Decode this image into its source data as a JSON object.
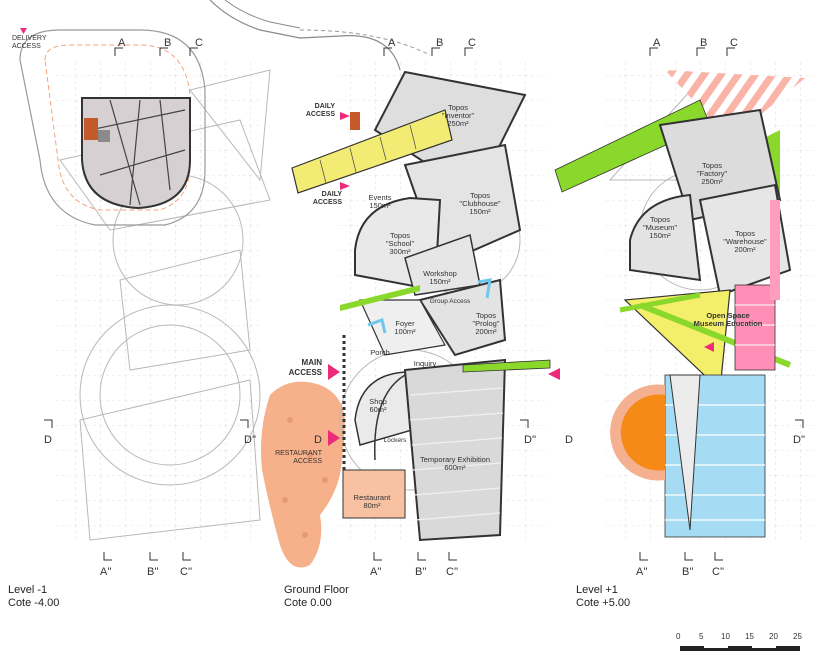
{
  "access_labels": {
    "delivery_1": "DELIVERY",
    "delivery_2": "ACCESS",
    "daily_top_1": "DAILY",
    "daily_top_2": "ACCESS",
    "daily_bottom_1": "DAILY",
    "daily_bottom_2": "ACCESS",
    "main_1": "MAIN",
    "main_2": "ACCESS",
    "restaurant_1": "RESTAURANT",
    "restaurant_2": "ACCESS"
  },
  "axes": {
    "a_top": "A",
    "b_top": "B",
    "c_top": "C",
    "a_bottom": "A''",
    "b_bottom": "B''",
    "c_bottom": "C''",
    "d_left": "D",
    "d_right": "D''",
    "d_mid": "D"
  },
  "rooms": {
    "inventor_1": "Topos",
    "inventor_2": "\"Inventor\"",
    "inventor_3": "250m²",
    "clubhouse_1": "Topos",
    "clubhouse_2": "\"Clubhouse\"",
    "clubhouse_3": "150m²",
    "events_1": "Events",
    "events_2": "150m²",
    "school_1": "Topos",
    "school_2": "\"School\"",
    "school_3": "300m²",
    "workshop_1": "Workshop",
    "workshop_2": "150m²",
    "group_access": "Group Access",
    "foyer_1": "Foyer",
    "foyer_2": "100m²",
    "prolog_1": "Topos",
    "prolog_2": "\"Prolog\"",
    "prolog_3": "200m²",
    "porch": "Porch",
    "inquiry": "Inquiry",
    "shop_1": "Shop",
    "shop_2": "60m²",
    "lockers": "Lockers",
    "temp_exhibition_1": "Temporary Exhibition",
    "temp_exhibition_2": "600m²",
    "restaurant_1": "Restaurant",
    "restaurant_2": "80m²",
    "factory_1": "Topos",
    "factory_2": "\"Factory\"",
    "factory_3": "250m²",
    "museum_1": "Topos",
    "museum_2": "\"Museum\"",
    "museum_3": "150m²",
    "warehouse_1": "Topos",
    "warehouse_2": "\"Warehouse\"",
    "warehouse_3": "200m²",
    "open_space_1": "Open Space",
    "open_space_2": "Museum Education"
  },
  "captions": {
    "level_minus1_title": "Level -1",
    "level_minus1_cote": "Cote -4.00",
    "ground_title": "Ground Floor",
    "ground_cote": "Cote 0.00",
    "level_plus1_title": "Level +1",
    "level_plus1_cote": "Cote +5.00"
  },
  "scale_bar": {
    "ticks": [
      "0",
      "5",
      "10",
      "15",
      "20",
      "25"
    ]
  },
  "colors": {
    "grid": "#bdbdbd",
    "wall": "#333333",
    "gray_fill": "#d9d9d9",
    "yellow": "#f4ef6a",
    "green": "#8ad82b",
    "pink": "#ff9ab8",
    "salmon": "#f6a97e",
    "orange": "#f58a16",
    "light_blue": "#9ed9f2",
    "magenta_arrow": "#ee2a7b",
    "brown_core": "#c45a2a"
  }
}
